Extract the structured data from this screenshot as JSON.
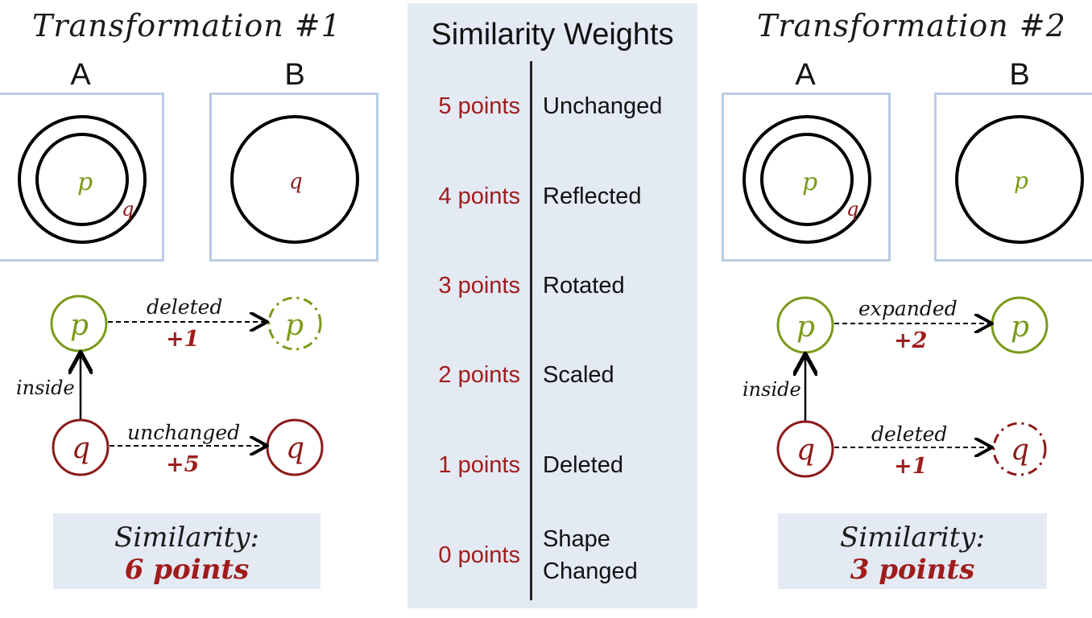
{
  "left": {
    "title": "Transformation #1",
    "label_a": "A",
    "label_b": "B",
    "box_a_outer": "p",
    "box_a_inner_edge": "q",
    "box_b_center": "q",
    "graph": {
      "top_left_node": "p",
      "top_right_node": "p",
      "top_edge_label": "deleted",
      "top_edge_score": "+1",
      "bottom_left_node": "q",
      "bottom_right_node": "q",
      "bottom_edge_label": "unchanged",
      "bottom_edge_score": "+5",
      "relation_label": "inside"
    },
    "similarity_label": "Similarity:",
    "similarity_value": "6 points"
  },
  "center": {
    "title": "Similarity Weights",
    "weights": [
      {
        "points": "5 points",
        "label": "Unchanged"
      },
      {
        "points": "4 points",
        "label": "Reflected"
      },
      {
        "points": "3 points",
        "label": "Rotated"
      },
      {
        "points": "2 points",
        "label": "Scaled"
      },
      {
        "points": "1 points",
        "label": "Deleted"
      },
      {
        "points": "0 points",
        "label_line1": "Shape",
        "label_line2": "Changed"
      }
    ]
  },
  "right": {
    "title": "Transformation #2",
    "label_a": "A",
    "label_b": "B",
    "box_a_outer": "p",
    "box_a_inner_edge": "q",
    "box_b_center": "p",
    "graph": {
      "top_left_node": "p",
      "top_right_node": "p",
      "top_edge_label": "expanded",
      "top_edge_score": "+2",
      "bottom_left_node": "q",
      "bottom_right_node": "q",
      "bottom_edge_label": "deleted",
      "bottom_edge_score": "+1",
      "relation_label": "inside"
    },
    "similarity_label": "Similarity:",
    "similarity_value": "3 points"
  },
  "colors": {
    "p_green": "#7a9a1a",
    "q_red": "#8b1a1a",
    "score_red": "#a01c1c",
    "box_border": "#b9cde2",
    "panel_bg": "#e3eaf3"
  }
}
